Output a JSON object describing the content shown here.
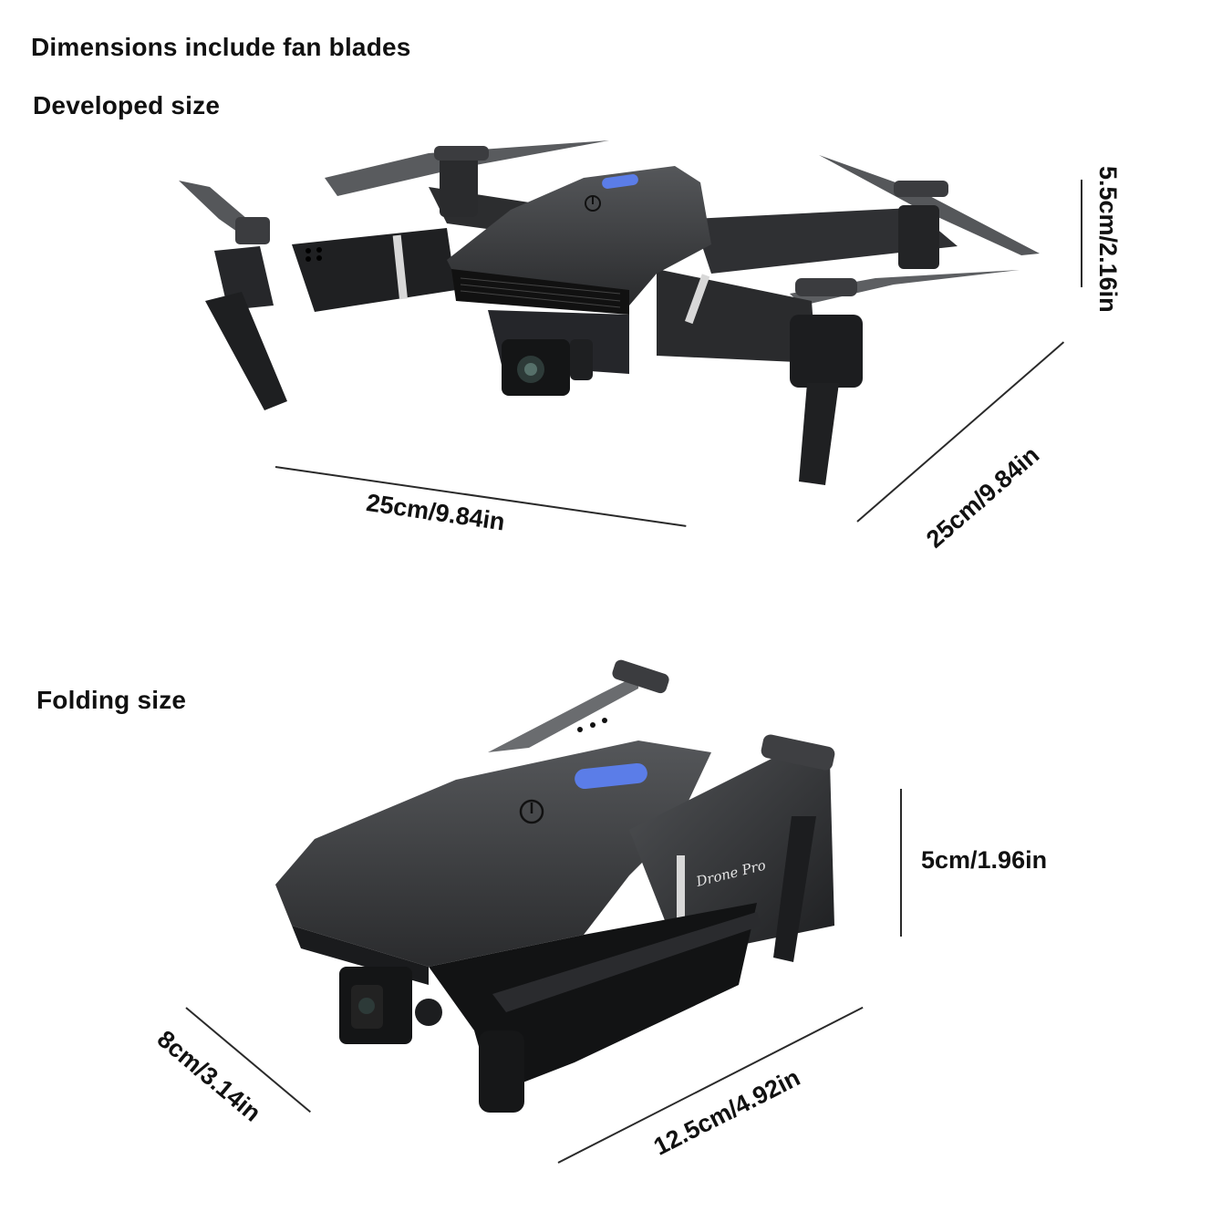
{
  "header": {
    "title": "Dimensions include fan blades"
  },
  "developed": {
    "heading": "Developed size",
    "width_label": "25cm/9.84in",
    "depth_label": "25cm/9.84in",
    "height_label": "5.5cm/2.16in"
  },
  "folding": {
    "heading": "Folding size",
    "width_label": "8cm/3.14in",
    "length_label": "12.5cm/4.92in",
    "height_label": "5cm/1.96in",
    "brand_text": "Drone Pro"
  },
  "colors": {
    "body": "#3a3b3d",
    "body_dark": "#1c1d1f",
    "led": "#5b7de8",
    "accent_stripe": "#d8d8d8",
    "text": "#111111"
  }
}
